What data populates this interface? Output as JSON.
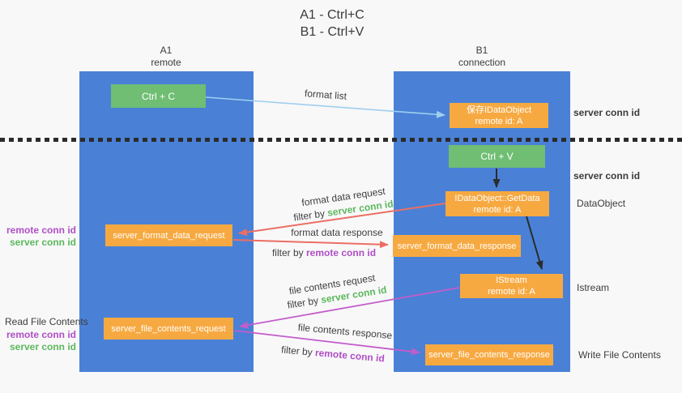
{
  "title": {
    "line1": "A1 - Ctrl+C",
    "line2": "B1 - Ctrl+V"
  },
  "columns": {
    "a1": {
      "name": "A1",
      "subtitle": "remote"
    },
    "b1": {
      "name": "B1",
      "subtitle": "connection"
    }
  },
  "boxes": {
    "ctrl_c": {
      "label": "Ctrl + C"
    },
    "save_dataobject": {
      "line1": "保存IDataObject",
      "line2": "remote id: A"
    },
    "ctrl_v": {
      "label": "Ctrl + V"
    },
    "getdata": {
      "line1": "IDataObject::GetData",
      "line2": "remote id: A"
    },
    "format_request": {
      "label": "server_format_data_request"
    },
    "format_response": {
      "label": "server_format_data_response"
    },
    "istream": {
      "line1": "IStream",
      "line2": "remote id: A"
    },
    "file_request": {
      "label": "server_file_contents_request"
    },
    "file_response": {
      "label": "server_file_contents_response"
    }
  },
  "arrow_labels": {
    "format_list": "format list",
    "format_data_request": "format data request",
    "format_data_response": "format data response",
    "file_contents_request": "file contents request",
    "file_contents_response": "file contents response",
    "filter_by": "filter by",
    "server_conn_id": "server conn id",
    "remote_conn_id": "remote conn id"
  },
  "side_labels": {
    "server_conn_id_top": "server conn id",
    "server_conn_id_mid": "server conn id",
    "dataobject": "DataObject",
    "istream": "Istream",
    "write_file_contents": "Write File Contents",
    "read_file_contents": "Read File Contents",
    "remote_conn_id_1": "remote conn id",
    "server_conn_id_1": "server conn id",
    "remote_conn_id_2": "remote conn id",
    "server_conn_id_2": "server conn id"
  },
  "colors": {
    "lifeline_blue": "#4a81d6",
    "box_green": "#6fbe73",
    "box_orange": "#f7a941",
    "arrow_lightblue": "#9fcfef",
    "arrow_red": "#ec6e63",
    "arrow_magenta": "#c35ccc",
    "arrow_black": "#2b2b2b",
    "text_green": "#5cb85c",
    "text_purple": "#b04fc4",
    "text_dark": "#3f3f3f",
    "background": "#f8f8f9"
  }
}
